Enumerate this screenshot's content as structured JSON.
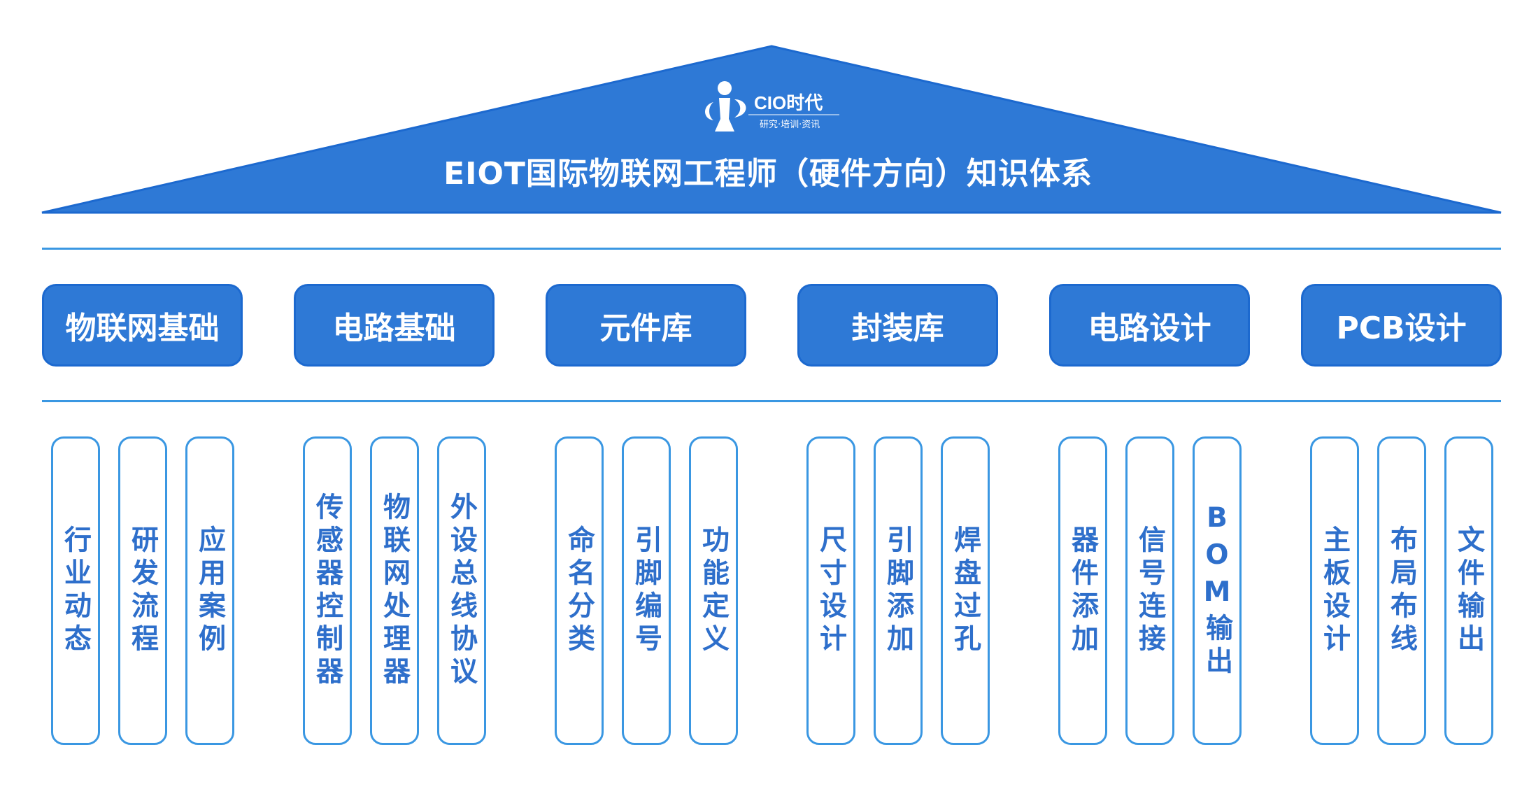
{
  "header": {
    "title": "EIOT国际物联网工程师（硬件方向）知识体系",
    "logo_brand": "CIO时代",
    "logo_tagline": "研究·培训·资讯"
  },
  "colors": {
    "primary": "#2e79d6",
    "border": "#1c69cf",
    "line": "#3a97e2",
    "pillar_text": "#2e6fcb"
  },
  "categories": [
    {
      "label": "物联网基础",
      "items": [
        "行业动态",
        "研发流程",
        "应用案例"
      ]
    },
    {
      "label": "电路基础",
      "items": [
        "传感器控制器",
        "物联网处理器",
        "外设总线协议"
      ]
    },
    {
      "label": "元件库",
      "items": [
        "命名分类",
        "引脚编号",
        "功能定义"
      ]
    },
    {
      "label": "封装库",
      "items": [
        "尺寸设计",
        "引脚添加",
        "焊盘过孔"
      ]
    },
    {
      "label": "电路设计",
      "items": [
        "器件添加",
        "信号连接",
        "BOM输出"
      ]
    },
    {
      "label": "PCB设计",
      "items": [
        "主板设计",
        "布局布线",
        "文件输出"
      ]
    }
  ]
}
